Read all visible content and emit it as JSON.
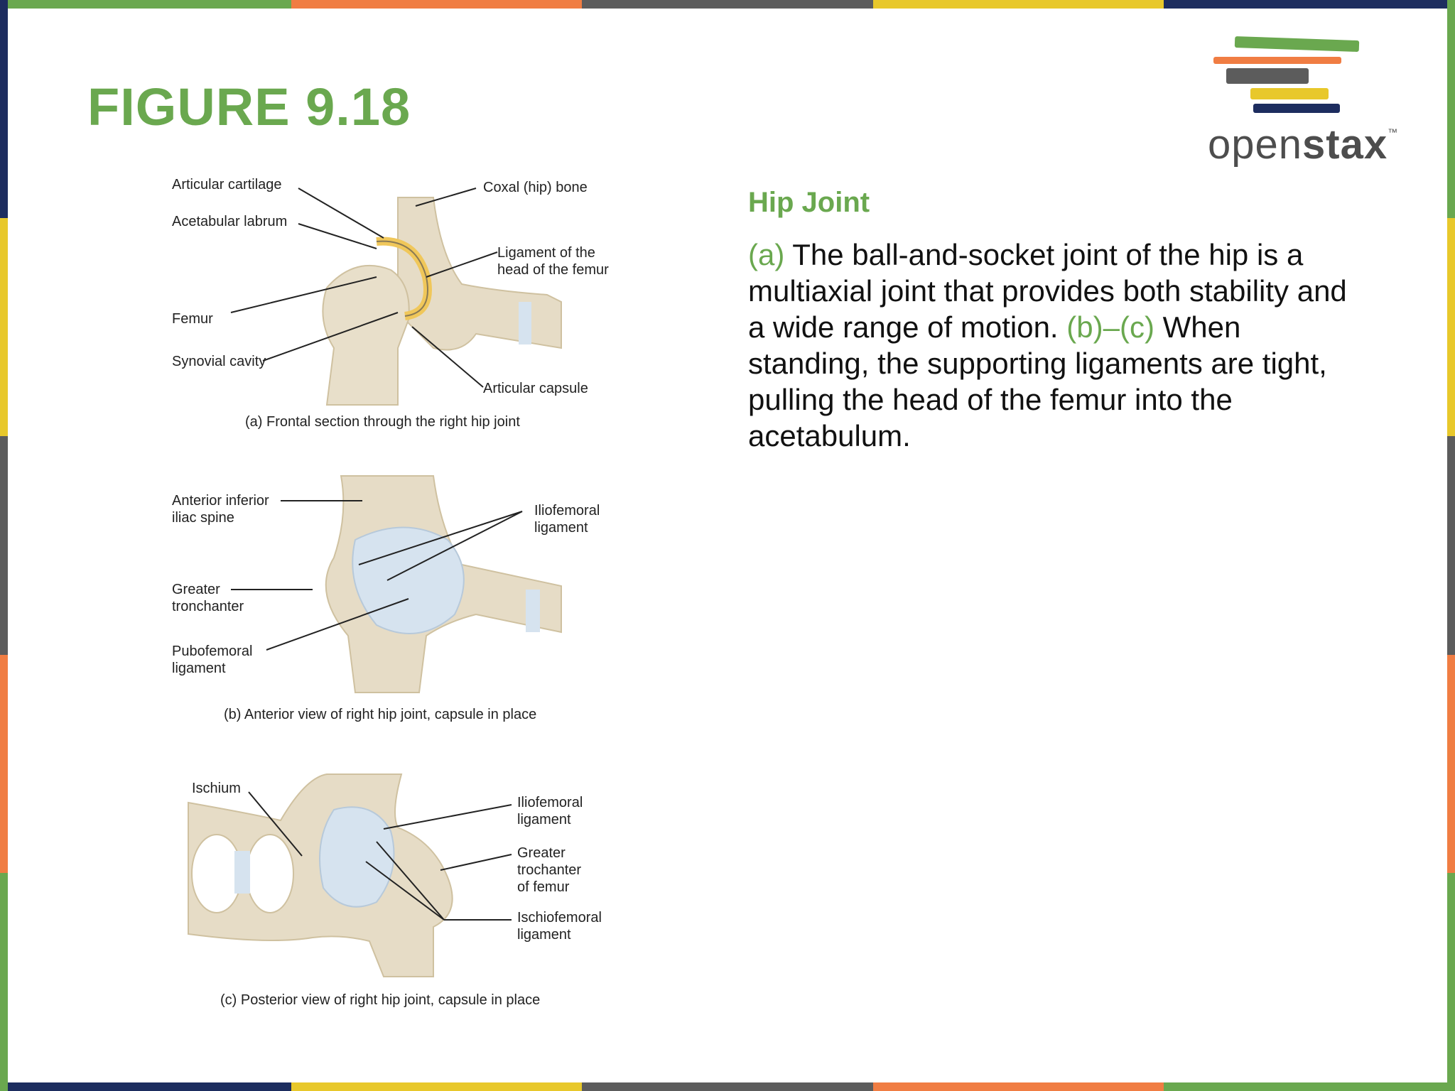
{
  "figure_title": "FIGURE 9.18",
  "logo": {
    "text_regular": "open",
    "text_bold": "stax",
    "tm": "™",
    "stripe_colors": [
      "#6aa84f",
      "#f07d43",
      "#5c5c5c",
      "#e8c82b",
      "#1d2d5f"
    ]
  },
  "description": {
    "heading": "Hip Joint",
    "marker_a": "(a)",
    "text_1": " The ball-and-socket joint of the hip is a multiaxial joint that provides both stability and a wide range of motion. ",
    "marker_bc": "(b)–(c)",
    "text_2": " When standing, the supporting ligaments are tight, pulling the head of the femur into the acetabulum."
  },
  "panel_a": {
    "caption": "(a) Frontal section through the right hip joint",
    "labels": {
      "articular_cartilage": "Articular cartilage",
      "acetabular_labrum": "Acetabular labrum",
      "femur": "Femur",
      "synovial_cavity": "Synovial cavity",
      "coxal_bone": "Coxal (hip) bone",
      "ligament_head": "Ligament of the\nhead of the femur",
      "articular_capsule": "Articular capsule"
    }
  },
  "panel_b": {
    "caption": "(b) Anterior view of right hip joint, capsule in place",
    "labels": {
      "anterior_spine": "Anterior inferior\niliac spine",
      "greater_trochanter": "Greater\ntronchanter",
      "pubofemoral": "Pubofemoral\nligament",
      "iliofemoral": "Iliofemoral\nligament"
    }
  },
  "panel_c": {
    "caption": "(c) Posterior view of right hip joint, capsule in place",
    "labels": {
      "ischium": "Ischium",
      "iliofemoral": "Iliofemoral\nligament",
      "greater_trochanter": "Greater\ntrochanter\nof femur",
      "ischiofemoral": "Ischiofemoral\nligament"
    }
  },
  "colors": {
    "accent_green": "#6aa84f",
    "bone": "#e6dcc6",
    "bone_dark": "#cfc1a0",
    "ligament": "#d6e3ef",
    "cartilage": "#f0c75a"
  }
}
